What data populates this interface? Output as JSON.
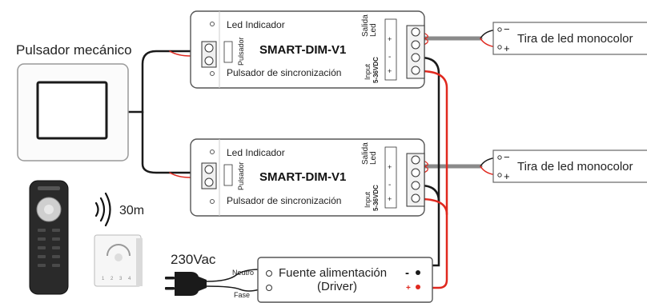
{
  "pushbutton": {
    "label": "Pulsador mecánico"
  },
  "controllers": [
    {
      "model": "SMART-DIM-V1",
      "led_indicator_label": "Led Indicador",
      "sync_button_label": "Pulsador de sincronización",
      "button_port_label": "Pulsador",
      "output_label_line1": "Salida",
      "output_label_line2": "Led",
      "input_label_line1": "Input",
      "input_label_line2": "5-36VDC",
      "plus_sign": "+",
      "minus_sign": "-"
    },
    {
      "model": "SMART-DIM-V1",
      "led_indicator_label": "Led Indicador",
      "sync_button_label": "Pulsador de sincronización",
      "button_port_label": "Pulsador",
      "output_label_line1": "Salida",
      "output_label_line2": "Led",
      "input_label_line1": "Input",
      "input_label_line2": "5-36VDC",
      "plus_sign": "+",
      "minus_sign": "-"
    }
  ],
  "led_strips": [
    {
      "label": "Tira de led monocolor",
      "minus": "−",
      "plus": "+"
    },
    {
      "label": "Tira de led monocolor",
      "minus": "−",
      "plus": "+"
    }
  ],
  "remote": {
    "range": "30m",
    "keypad_numbers": [
      "1",
      "2",
      "3",
      "4"
    ]
  },
  "mains": {
    "voltage": "230Vac",
    "neutral_label": "Neutro",
    "phase_label": "Fase"
  },
  "power_supply": {
    "line1": "Fuente alimentación",
    "line2": "(Driver)",
    "minus": "-",
    "plus": "+"
  },
  "colors": {
    "wire_black": "#1a1a1a",
    "wire_red": "#e0281e",
    "wire_grey": "#8a8a8a",
    "outline": "#444444"
  }
}
